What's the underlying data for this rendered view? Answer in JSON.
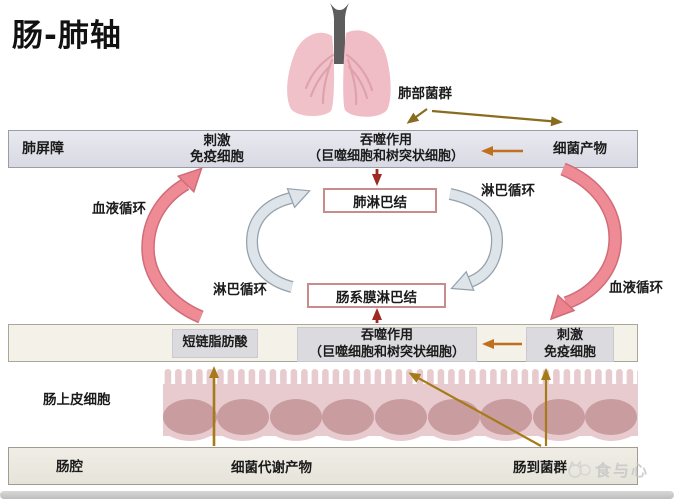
{
  "title": "肠-肺轴",
  "lung_region": {
    "microbiota_label": "肺部菌群"
  },
  "lung_bar": {
    "barrier": "肺屏障",
    "stimulate": "刺激\n免疫细胞",
    "phagocytosis": "吞噬作用\n（巨噬细胞和树突状细胞）",
    "bacterial_products": "细菌产物"
  },
  "circulation": {
    "blood_left": "血液循环",
    "blood_right": "血液循环",
    "lymph_top_right": "淋巴循环",
    "lymph_bottom_left": "淋巴循环",
    "lung_lymph_node": "肺淋巴结",
    "mesenteric_lymph_node": "肠系膜淋巴结"
  },
  "gut_bar": {
    "scfa": "短链脂肪酸",
    "phagocytosis": "吞噬作用\n（巨噬细胞和树突状细胞）",
    "stimulate": "刺激\n免疫细胞"
  },
  "gut_region": {
    "epithelium_label": "肠上皮细胞",
    "lumen_label": "肠腔",
    "metabolites_label": "细菌代谢产物",
    "microbiota_label": "肠到菌群"
  },
  "watermark": "食与心",
  "colors": {
    "blood_arrow": "#ee8b94",
    "blood_arrow_edge": "#d06d79",
    "lymph_arrow": "#dde4ea",
    "lymph_arrow_edge": "#95a0ab",
    "dark_red_arrow": "#9e2a21",
    "brown_arrow": "#bf6f1d",
    "gold_arrow": "#a57b1a",
    "olive_arrow": "#8a6c20",
    "lung_bar_bg": "#e2e2ea",
    "gut_bar_bg": "#f3f1e8",
    "lumen_bar_bg": "#edebe3",
    "inner_box_bg": "#dbdbdf",
    "node_box_border": "#c98c8c",
    "epithelium": "#e8cbcf",
    "epithelium_cell": "#c99ca0",
    "lung_fill": "#f1c1c9",
    "trachea": "#5d5d5d"
  }
}
